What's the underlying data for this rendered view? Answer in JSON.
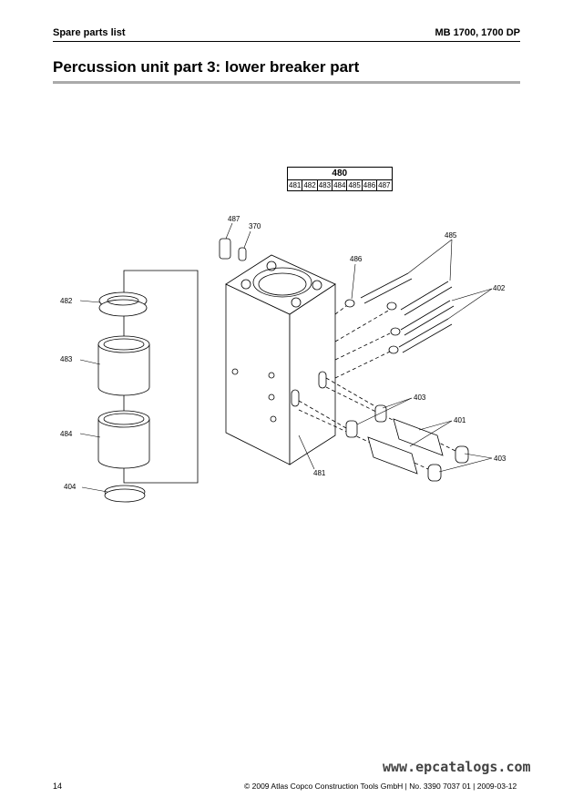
{
  "header": {
    "left": "Spare parts list",
    "right": "MB 1700, 1700 DP"
  },
  "title": "Percussion unit part 3: lower breaker part",
  "kit_table": {
    "parent": "480",
    "children": [
      "481",
      "482",
      "483",
      "484",
      "485",
      "486",
      "487"
    ]
  },
  "callouts": {
    "c487": "487",
    "c370": "370",
    "c486": "486",
    "c485": "485",
    "c402": "402",
    "c482": "482",
    "c483": "483",
    "c484": "484",
    "c404": "404",
    "c403a": "403",
    "c401": "401",
    "c403b": "403",
    "c481": "481"
  },
  "footer": {
    "page": "14",
    "copyright": "© 2009 Atlas Copco Construction Tools GmbH | No. 3390 7037 01 | 2009-03-12",
    "watermark": "www.epcatalogs.com"
  }
}
